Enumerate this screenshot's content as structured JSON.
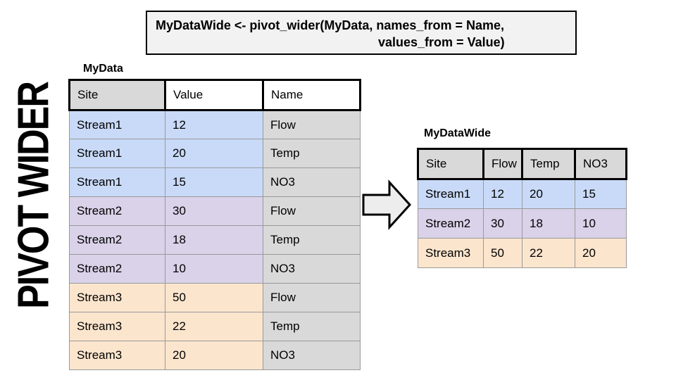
{
  "side_title": "PIVOT WIDER",
  "code_box": {
    "line1": "MyDataWide <- pivot_wider(MyData, names_from = Name,",
    "line2": "values_from = Value)"
  },
  "long_table": {
    "label": "MyData",
    "headers": [
      "Site",
      "Value",
      "Name"
    ],
    "rows": [
      {
        "group": "stream1",
        "cells": [
          "Stream1",
          "12",
          "Flow"
        ]
      },
      {
        "group": "stream1",
        "cells": [
          "Stream1",
          "20",
          "Temp"
        ]
      },
      {
        "group": "stream1",
        "cells": [
          "Stream1",
          "15",
          "NO3"
        ]
      },
      {
        "group": "stream2",
        "cells": [
          "Stream2",
          "30",
          "Flow"
        ]
      },
      {
        "group": "stream2",
        "cells": [
          "Stream2",
          "18",
          "Temp"
        ]
      },
      {
        "group": "stream2",
        "cells": [
          "Stream2",
          "10",
          "NO3"
        ]
      },
      {
        "group": "stream3",
        "cells": [
          "Stream3",
          "50",
          "Flow"
        ]
      },
      {
        "group": "stream3",
        "cells": [
          "Stream3",
          "22",
          "Temp"
        ]
      },
      {
        "group": "stream3",
        "cells": [
          "Stream3",
          "20",
          "NO3"
        ]
      }
    ]
  },
  "wide_table": {
    "label": "MyDataWide",
    "headers": [
      "Site",
      "Flow",
      "Temp",
      "NO3"
    ],
    "rows": [
      {
        "group": "stream1",
        "cells": [
          "Stream1",
          "12",
          "20",
          "15"
        ]
      },
      {
        "group": "stream2",
        "cells": [
          "Stream2",
          "30",
          "18",
          "10"
        ]
      },
      {
        "group": "stream3",
        "cells": [
          "Stream3",
          "50",
          "22",
          "20"
        ]
      }
    ]
  },
  "colors": {
    "stream1_blue": "#c9daf8",
    "stream2_purple": "#d9d2e9",
    "stream3_orange": "#fce5cd",
    "header_gray": "#d9d9d9",
    "name_column_gray": "#d9d9d9",
    "code_box_bg": "#f2f2f2",
    "arrow_fill": "#ededed",
    "arrow_stroke": "#000000"
  }
}
